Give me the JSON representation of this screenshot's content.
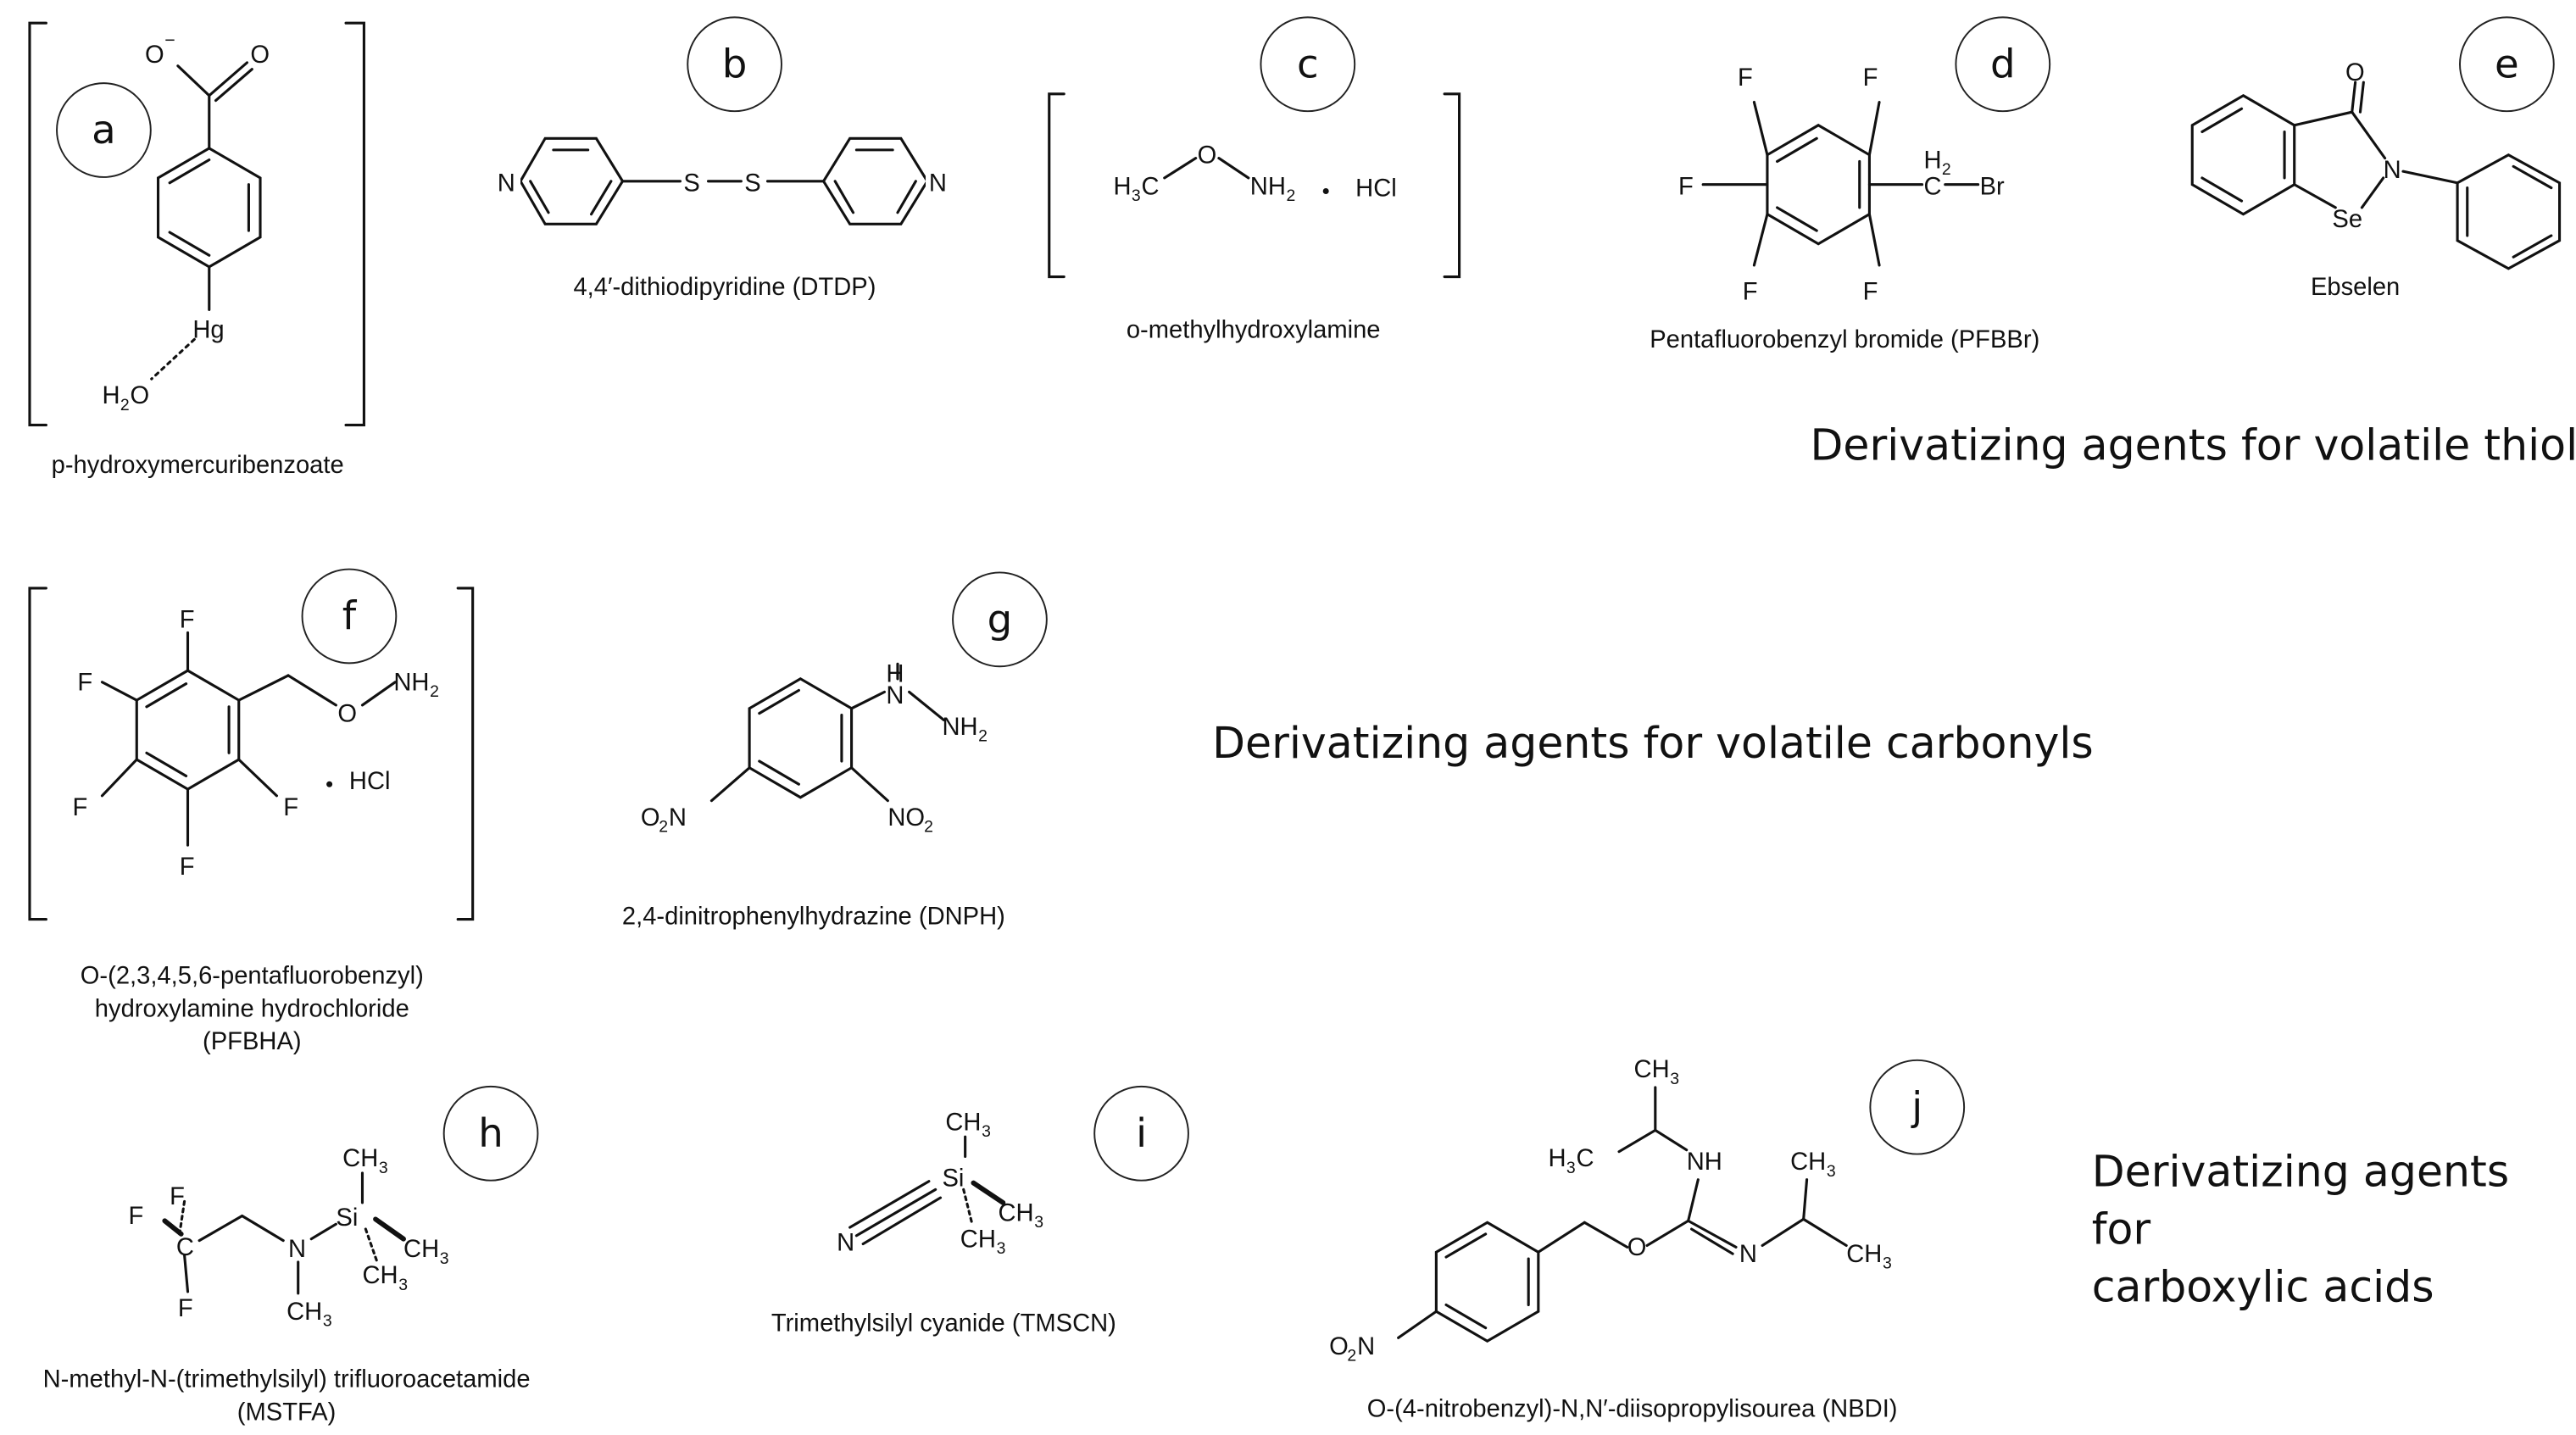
{
  "headings": {
    "thiols": "Derivatizing agents for volatile thiols",
    "carbonyls": "Derivatizing agents for volatile carbonyls",
    "carboxylic_line1": "Derivatizing agents for",
    "carboxylic_line2": "carboxylic acids"
  },
  "compounds": {
    "a": {
      "badge": "a",
      "name": "p-hydroxymercuribenzoate"
    },
    "b": {
      "badge": "b",
      "name": "4,4′-dithiodipyridine (DTDP)"
    },
    "c": {
      "badge": "c",
      "name": "o-methylhydroxylamine"
    },
    "d": {
      "badge": "d",
      "name": "Pentafluorobenzyl bromide (PFBBr)"
    },
    "e": {
      "badge": "e",
      "name": "Ebselen"
    },
    "f": {
      "badge": "f",
      "name_line1": "O-(2,3,4,5,6-pentafluorobenzyl)",
      "name_line2": "hydroxylamine hydrochloride",
      "name_line3": "(PFBHA)"
    },
    "g": {
      "badge": "g",
      "name": "2,4-dinitrophenylhydrazine (DNPH)"
    },
    "h": {
      "badge": "h",
      "name_line1": "N-methyl-N-(trimethylsilyl) trifluoroacetamide",
      "name_line2": "(MSTFA)"
    },
    "i": {
      "badge": "i",
      "name": "Trimethylsilyl cyanide (TMSCN)"
    },
    "j": {
      "badge": "j",
      "name": "O-(4-nitrobenzyl)-N,N′-diisopropylisourea (NBDI)"
    }
  }
}
